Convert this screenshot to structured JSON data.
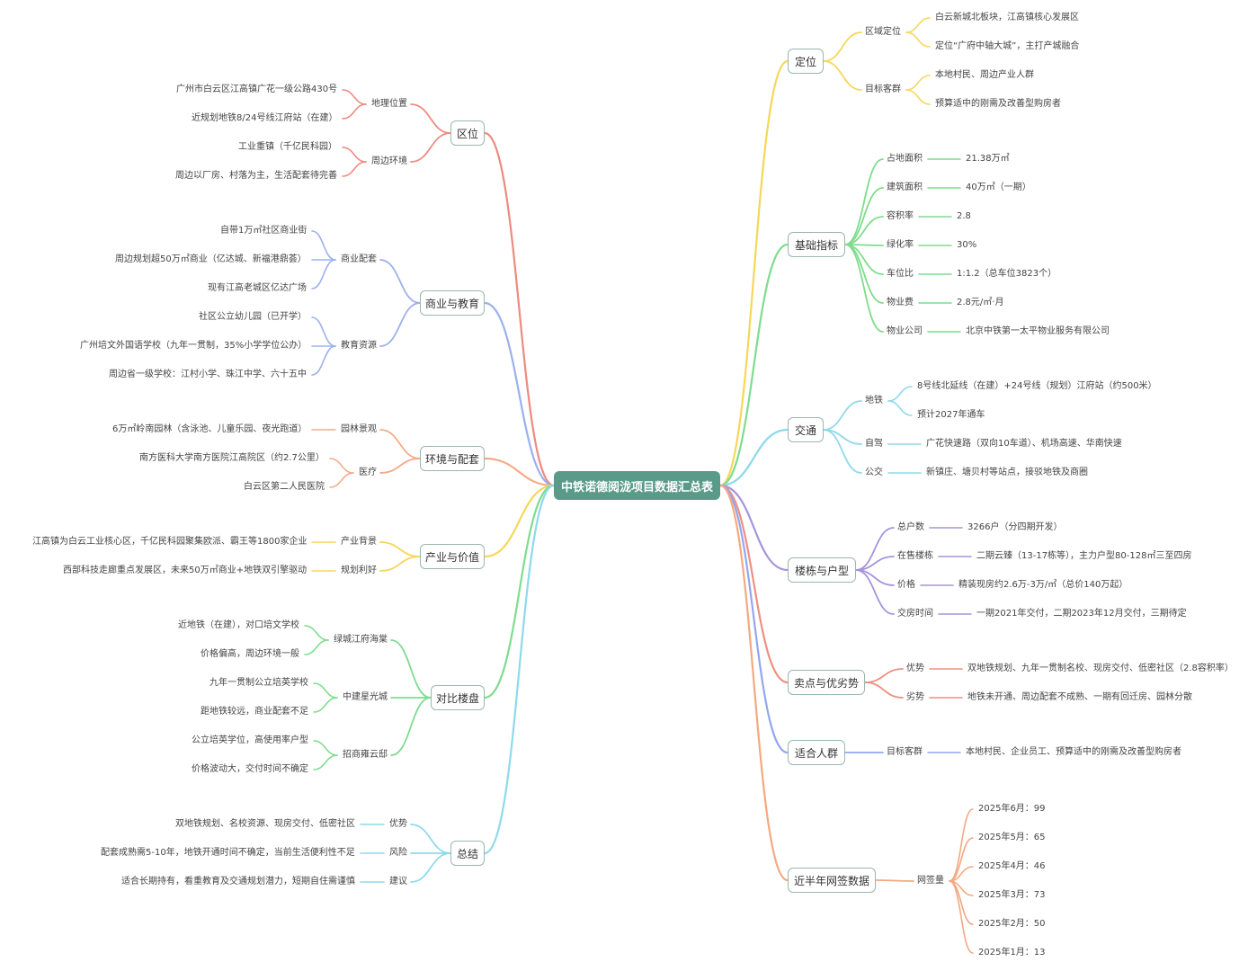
{
  "root": "中铁诺德阅泷项目数据汇总表",
  "colors": {
    "red": "#ee8a80",
    "blue": "#9db0ee",
    "orange": "#f4ab88",
    "yellow": "#f5d75a",
    "green": "#7fdc8e",
    "cyan": "#8ed9ec",
    "purple": "#a694dc",
    "coral": "#ef8f80",
    "indigo": "#93a7ee",
    "salmon": "#f3a982"
  },
  "left": [
    {
      "label": "区位",
      "color": "red",
      "children": [
        {
          "label": "地理位置",
          "children": [
            "广州市白云区江高镇广花一级公路430号",
            "近规划地铁8/24号线江府站（在建）"
          ]
        },
        {
          "label": "周边环境",
          "children": [
            "工业重镇（千亿民科园）",
            "周边以厂房、村落为主，生活配套待完善"
          ]
        }
      ]
    },
    {
      "label": "商业与教育",
      "color": "blue",
      "children": [
        {
          "label": "商业配套",
          "children": [
            "自带1万㎡社区商业街",
            "周边规划超50万㎡商业（亿达城、新福港鼎荟）",
            "现有江高老城区亿达广场"
          ]
        },
        {
          "label": "教育资源",
          "children": [
            "社区公立幼儿园（已开学）",
            "广州培文外国语学校（九年一贯制，35%小学学位公办）",
            "周边省一级学校：江村小学、珠江中学、六十五中"
          ]
        }
      ]
    },
    {
      "label": "环境与配套",
      "color": "orange",
      "children": [
        {
          "label": "园林景观",
          "children": [
            "6万㎡岭南园林（含泳池、儿童乐园、夜光跑道）"
          ]
        },
        {
          "label": "医疗",
          "children": [
            "南方医科大学南方医院江高院区（约2.7公里）",
            "白云区第二人民医院"
          ]
        }
      ]
    },
    {
      "label": "产业与价值",
      "color": "yellow",
      "children": [
        {
          "label": "产业背景",
          "children": [
            "江高镇为白云工业核心区，千亿民科园聚集欧派、霸王等1800家企业"
          ]
        },
        {
          "label": "规划利好",
          "children": [
            "西部科技走廊重点发展区，未来50万㎡商业+地铁双引擎驱动"
          ]
        }
      ]
    },
    {
      "label": "对比楼盘",
      "color": "green",
      "children": [
        {
          "label": "绿城江府海棠",
          "children": [
            "近地铁（在建），对口培文学校",
            "价格偏高，周边环境一般"
          ]
        },
        {
          "label": "中建星光城",
          "children": [
            "九年一贯制公立培英学校",
            "距地铁较远，商业配套不足"
          ]
        },
        {
          "label": "招商雍云邸",
          "children": [
            "公立培英学位，高使用率户型",
            "价格波动大，交付时间不确定"
          ]
        }
      ]
    },
    {
      "label": "总结",
      "color": "cyan",
      "children": [
        {
          "label": "优势",
          "children": [
            "双地铁规划、名校资源、现房交付、低密社区"
          ]
        },
        {
          "label": "风险",
          "children": [
            "配套成熟需5-10年，地铁开通时间不确定，当前生活便利性不足"
          ]
        },
        {
          "label": "建议",
          "children": [
            "适合长期持有，看重教育及交通规划潜力，短期自住需谨慎"
          ]
        }
      ]
    }
  ],
  "right": [
    {
      "label": "定位",
      "color": "yellow",
      "children": [
        {
          "label": "区域定位",
          "children": [
            "白云新城北板块，江高镇核心发展区",
            "定位“广府中轴大城”，主打产城融合"
          ]
        },
        {
          "label": "目标客群",
          "children": [
            "本地村民、周边产业人群",
            "预算适中的刚需及改善型购房者"
          ]
        }
      ]
    },
    {
      "label": "基础指标",
      "color": "green",
      "children": [
        {
          "label": "占地面积",
          "children": [
            "21.38万㎡"
          ]
        },
        {
          "label": "建筑面积",
          "children": [
            "40万㎡（一期）"
          ]
        },
        {
          "label": "容积率",
          "children": [
            "2.8"
          ]
        },
        {
          "label": "绿化率",
          "children": [
            "30%"
          ]
        },
        {
          "label": "车位比",
          "children": [
            "1:1.2（总车位3823个）"
          ]
        },
        {
          "label": "物业费",
          "children": [
            "2.8元/㎡·月"
          ]
        },
        {
          "label": "物业公司",
          "children": [
            "北京中铁第一太平物业服务有限公司"
          ]
        }
      ]
    },
    {
      "label": "交通",
      "color": "cyan",
      "children": [
        {
          "label": "地铁",
          "children": [
            "8号线北延线（在建）+24号线（规划）江府站（约500米）",
            "预计2027年通车"
          ]
        },
        {
          "label": "自驾",
          "children": [
            "广花快速路（双向10车道）、机场高速、华南快速"
          ]
        },
        {
          "label": "公交",
          "children": [
            "新镇庄、塘贝村等站点，接驳地铁及商圈"
          ]
        }
      ]
    },
    {
      "label": "楼栋与户型",
      "color": "purple",
      "children": [
        {
          "label": "总户数",
          "children": [
            "3266户（分四期开发）"
          ]
        },
        {
          "label": "在售楼栋",
          "children": [
            "二期云臻（13-17栋等），主力户型80-128㎡三至四房"
          ]
        },
        {
          "label": "价格",
          "children": [
            "精装现房约2.6万-3万/㎡（总价140万起）"
          ]
        },
        {
          "label": "交房时间",
          "children": [
            "一期2021年交付，二期2023年12月交付，三期待定"
          ]
        }
      ]
    },
    {
      "label": "卖点与优劣势",
      "color": "coral",
      "children": [
        {
          "label": "优势",
          "children": [
            "双地铁规划、九年一贯制名校、现房交付、低密社区（2.8容积率）"
          ]
        },
        {
          "label": "劣势",
          "children": [
            "地铁未开通、周边配套不成熟、一期有回迁房、园林分散"
          ]
        }
      ]
    },
    {
      "label": "适合人群",
      "color": "indigo",
      "children": [
        {
          "label": "目标客群",
          "children": [
            "本地村民、企业员工、预算适中的刚需及改善型购房者"
          ]
        }
      ]
    },
    {
      "label": "近半年网签数据",
      "color": "salmon",
      "children": [
        {
          "label": "网签量",
          "children": [
            "2025年6月：99",
            "2025年5月：65",
            "2025年4月：46",
            "2025年3月：73",
            "2025年2月：50",
            "2025年1月：13"
          ]
        }
      ]
    }
  ]
}
